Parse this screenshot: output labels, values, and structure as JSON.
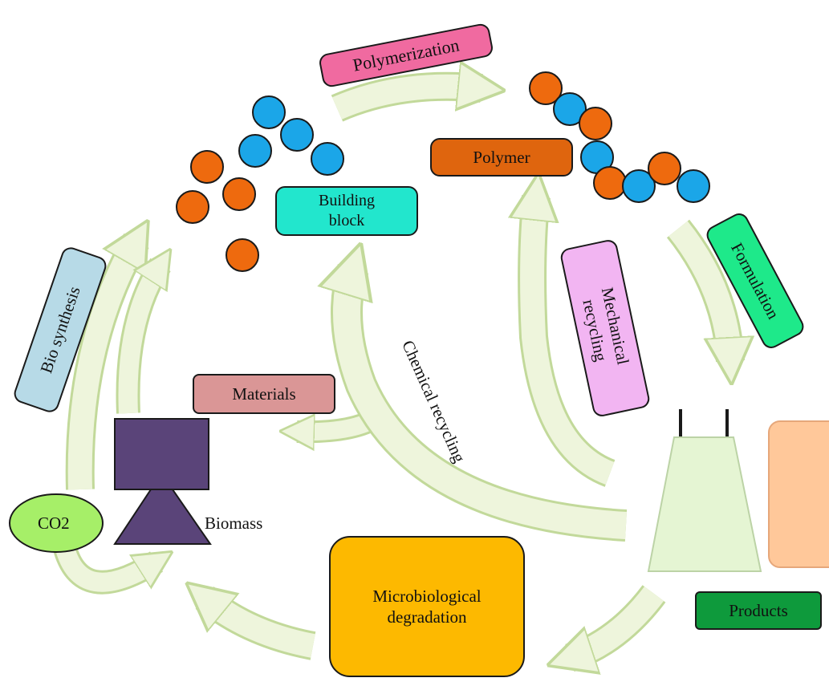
{
  "labels": {
    "polymerization": "Polymerization",
    "polymer": "Polymer",
    "building_block": "Building block",
    "bio_synthesis": "Bio synthesis",
    "materials": "Materials",
    "co2": "CO2",
    "biomass": "Biomass",
    "chemical_recycling": "Chemical recycling",
    "mechanical_recycling": "Mechanical recycling",
    "formulation": "Formulation",
    "microbiological_degradation": "Microbiological degradation",
    "products": "Products"
  },
  "colors": {
    "arrow_fill": "#eef5dc",
    "arrow_stroke": "#c2d99a",
    "bead_orange": "#ee6a0e",
    "bead_blue": "#1ba6e8",
    "polymerization_box": "#f06aa0",
    "polymer_box": "#df650e",
    "building_block_box": "#22e6cd",
    "bio_synthesis_box": "#b7dae7",
    "materials_box": "#da9696",
    "co2_ellipse": "#a6ef68",
    "biomass_shape": "#5a4479",
    "mechanical_recycling_box": "#f2b5f2",
    "formulation_box": "#1ee98a",
    "microbiological_degradation_box": "#fdb900",
    "products_box": "#0e9a3c",
    "product_flask": "#e5f5d3",
    "product_box_peach": "#ffc89a"
  }
}
